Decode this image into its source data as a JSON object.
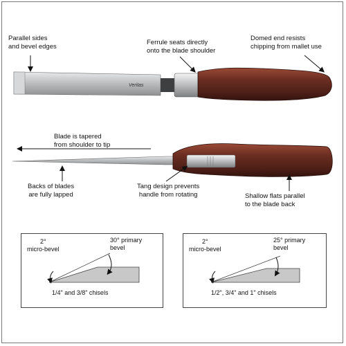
{
  "callouts": {
    "parallel_sides": "Parallel sides\nand bevel edges",
    "ferrule": "Ferrule seats directly\nonto the blade shoulder",
    "domed_end": "Domed end resists\nchipping from mallet use",
    "blade_tapered": "Blade is tapered\nfrom shoulder to tip",
    "backs_lapped": "Backs of blades\nare fully lapped",
    "tang_design": "Tang design prevents\nhandle from rotating",
    "shallow_flats": "Shallow flats parallel\nto the blade back"
  },
  "brand_mark": "Veritas",
  "insets": [
    {
      "micro_bevel": "2°\nmicro-bevel",
      "primary_bevel": "30° primary\nbevel",
      "caption": "1/4\" and 3/8\" chisels"
    },
    {
      "micro_bevel": "2°\nmicro-bevel",
      "primary_bevel": "25° primary\nbevel",
      "caption": "1/2\", 3/4\" and 1\" chisels"
    }
  ],
  "colors": {
    "handle": "#6b2e22",
    "steel": "#c9cbcd",
    "bevel_fill": "#c8c8c8"
  }
}
